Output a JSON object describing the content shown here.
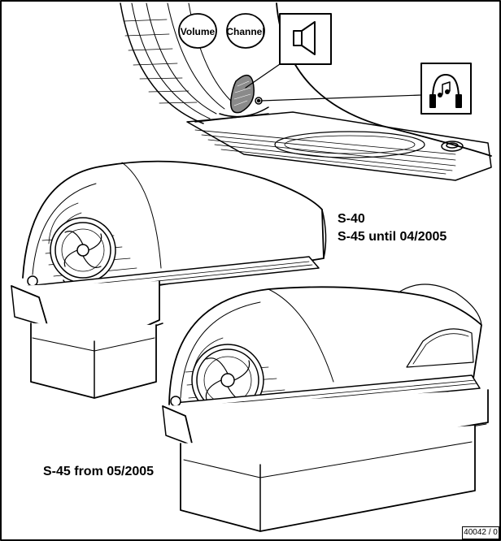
{
  "labels": {
    "volume": "Volume",
    "channel": "Channel",
    "model_s40": "S-40",
    "model_s45_until": "S-45 until 04/2005",
    "model_s45_from": "S-45 from 05/2005"
  },
  "figure_number": "40042 / 0",
  "icons": {
    "speaker": "speaker-icon",
    "headphones": "headphones-icon"
  },
  "colors": {
    "line": "#000000",
    "background": "#ffffff",
    "speaker_fill": "#8a8a8a"
  }
}
